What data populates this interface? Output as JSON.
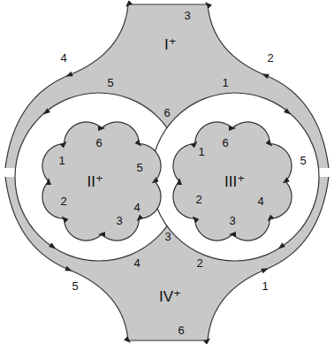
{
  "diagram": {
    "nodes": [
      {
        "text": [
          "I⁺"
        ]
      },
      {
        "text": [
          "II⁺"
        ]
      },
      {
        "text": [
          "III⁺"
        ]
      },
      {
        "text": [
          "IV⁺"
        ]
      }
    ],
    "labels": [
      "3",
      "4",
      "2",
      "5",
      "1",
      "6",
      "6",
      "6",
      "1",
      "5",
      "1",
      "5",
      "2",
      "4",
      "2",
      "4",
      "3",
      "3",
      "3",
      "4",
      "2",
      "5",
      "1",
      "6"
    ]
  }
}
